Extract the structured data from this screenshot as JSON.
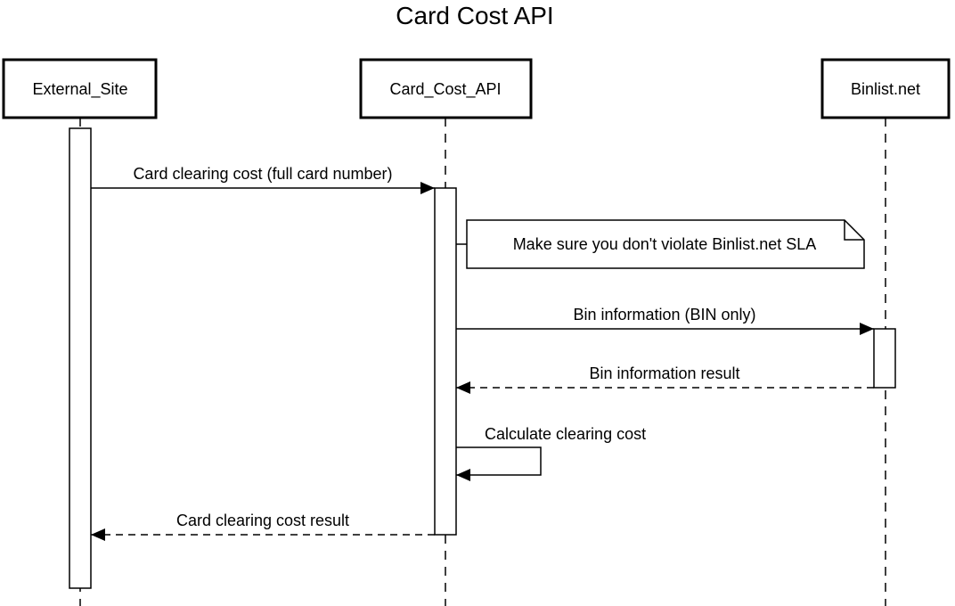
{
  "title": "Card Cost API",
  "participants": [
    {
      "id": "external_site",
      "label": "External_Site"
    },
    {
      "id": "card_cost_api",
      "label": "Card_Cost_API"
    },
    {
      "id": "binlist",
      "label": "Binlist.net"
    }
  ],
  "messages": [
    {
      "id": "m1",
      "from": "External_Site",
      "to": "Card_Cost_API",
      "label": "Card clearing cost (full card number)",
      "style": "solid"
    },
    {
      "id": "m2",
      "from": "Card_Cost_API",
      "to": "Binlist.net",
      "label": "Bin information (BIN only)",
      "style": "solid"
    },
    {
      "id": "m3",
      "from": "Binlist.net",
      "to": "Card_Cost_API",
      "label": "Bin information result",
      "style": "dashed"
    },
    {
      "id": "m4",
      "from": "Card_Cost_API",
      "to": "Card_Cost_API",
      "label": "Calculate clearing cost",
      "style": "solid"
    },
    {
      "id": "m5",
      "from": "Card_Cost_API",
      "to": "External_Site",
      "label": "Card clearing cost result",
      "style": "dashed"
    }
  ],
  "note": {
    "label": "Make sure you don't violate Binlist.net SLA",
    "attached_to": "Card_Cost_API"
  },
  "colors": {
    "stroke": "#000000",
    "background": "#ffffff"
  }
}
